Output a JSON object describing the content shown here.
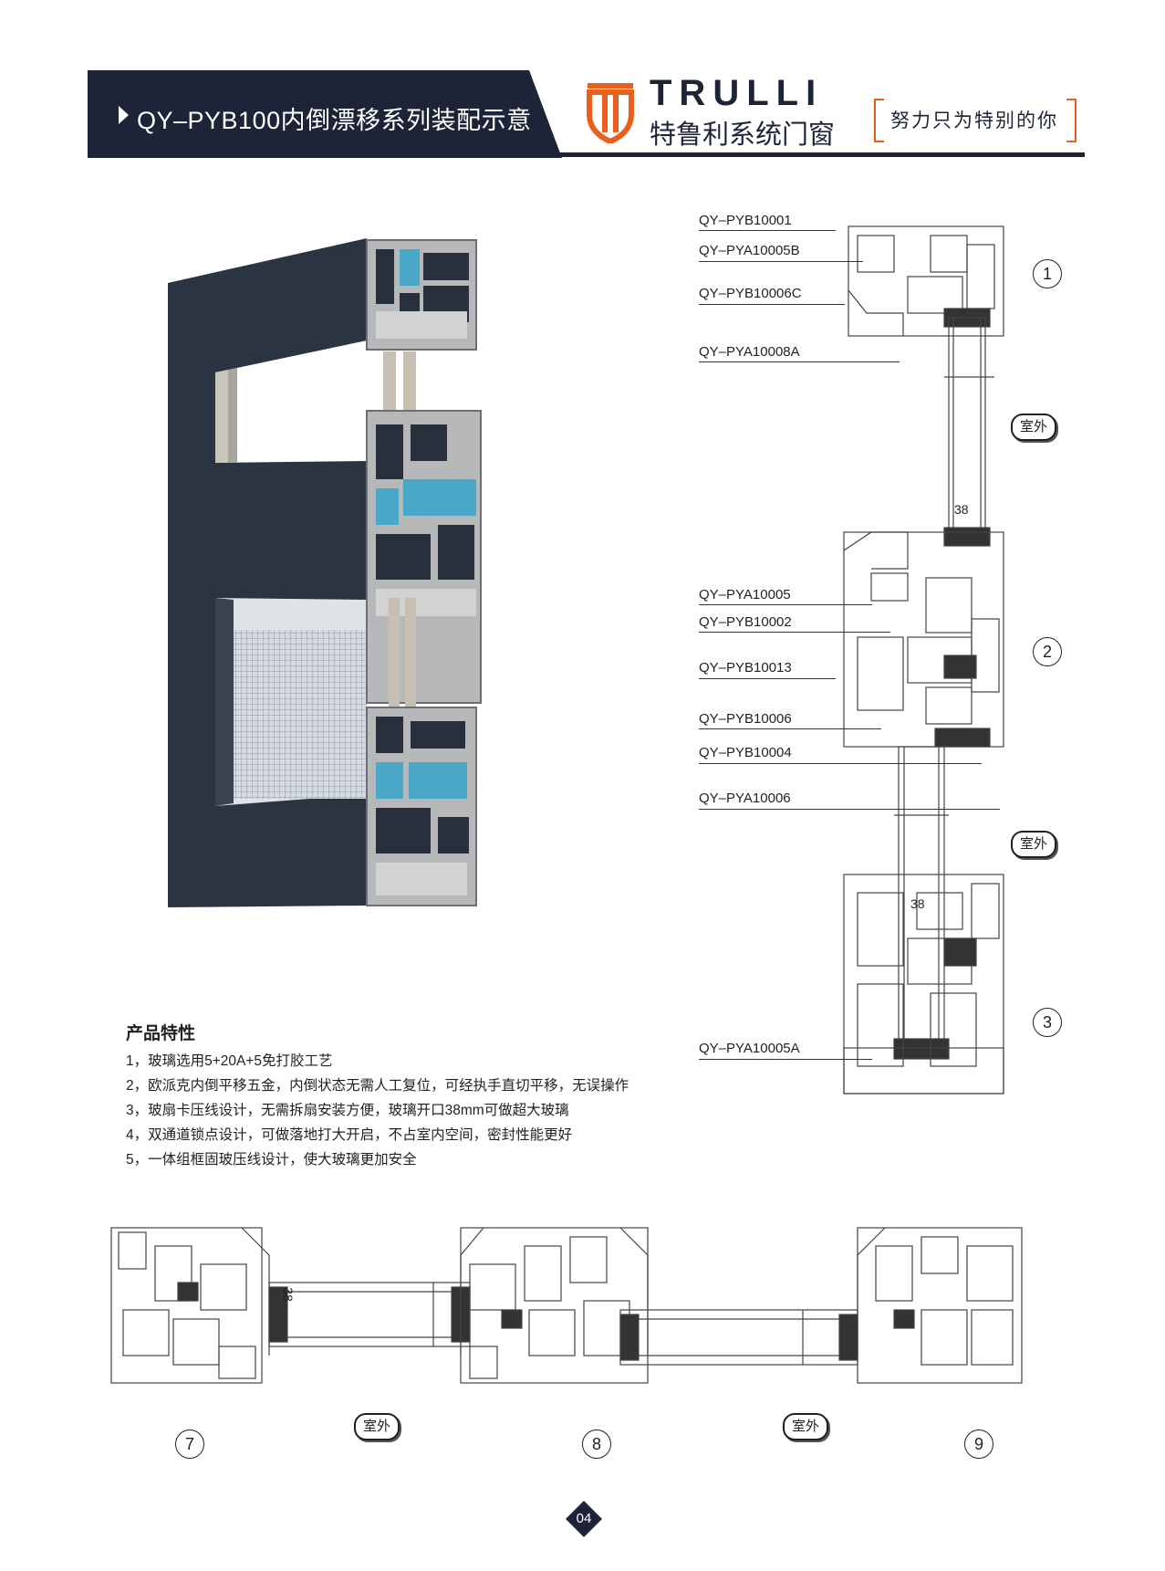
{
  "header": {
    "title": "QY–PYB100内倒漂移系列装配示意",
    "brand_name": "TRULLI",
    "brand_sub": "特鲁利系统门窗",
    "slogan": "努力只为特别的你",
    "colors": {
      "navy": "#1d2438",
      "accent": "#e8601c"
    }
  },
  "parts": {
    "p1": "QY–PYB10001",
    "p2": "QY–PYA10005B",
    "p3": "QY–PYB10006C",
    "p4": "QY–PYA10008A",
    "p5": "QY–PYA10005",
    "p6": "QY–PYB10002",
    "p7": "QY–PYB10013",
    "p8": "QY–PYB10006",
    "p9": "QY–PYB10004",
    "p10": "QY–PYA10006",
    "p11": "QY–PYA10005A"
  },
  "section_labels": {
    "n1": "1",
    "n2": "2",
    "n3": "3",
    "n7": "7",
    "n8": "8",
    "n9": "9",
    "outdoor": "室外",
    "glass_gap": "38"
  },
  "features": {
    "heading": "产品特性",
    "items": [
      "1，玻璃选用5+20A+5免打胶工艺",
      "2，欧派克内倒平移五金，内倒状态无需人工复位，可经执手直切平移，无误操作",
      "3，玻扇卡压线设计，无需拆扇安装方便，玻璃开口38mm可做超大玻璃",
      "4，双通道锁点设计，可做落地打大开启，不占室内空间，密封性能更好",
      "5，一体组框固玻压线设计，使大玻璃更加安全"
    ]
  },
  "page_number": "04"
}
